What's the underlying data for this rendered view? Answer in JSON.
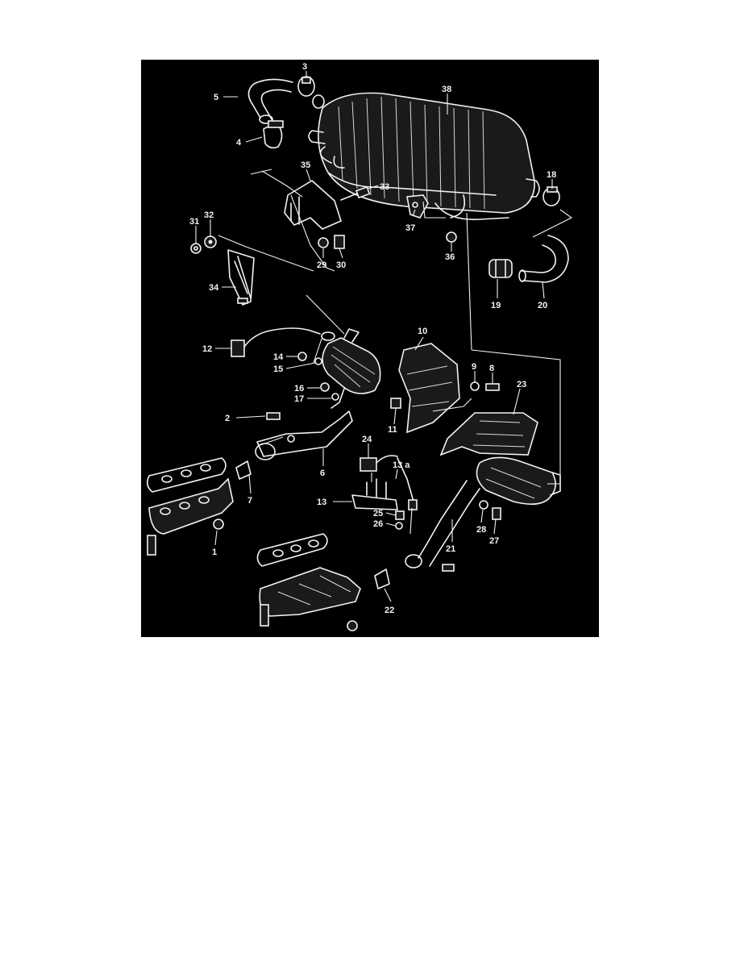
{
  "diagram": {
    "callouts": [
      {
        "id": "c3",
        "text": "3"
      },
      {
        "id": "c38",
        "text": "38"
      },
      {
        "id": "c5",
        "text": "5"
      },
      {
        "id": "c4",
        "text": "4"
      },
      {
        "id": "c35",
        "text": "35"
      },
      {
        "id": "c33",
        "text": "33"
      },
      {
        "id": "c18",
        "text": "18"
      },
      {
        "id": "c31",
        "text": "31"
      },
      {
        "id": "c32",
        "text": "32"
      },
      {
        "id": "c37",
        "text": "37"
      },
      {
        "id": "c29",
        "text": "29"
      },
      {
        "id": "c30",
        "text": "30"
      },
      {
        "id": "c36",
        "text": "36"
      },
      {
        "id": "c34",
        "text": "34"
      },
      {
        "id": "c19",
        "text": "19"
      },
      {
        "id": "c20",
        "text": "20"
      },
      {
        "id": "c10",
        "text": "10"
      },
      {
        "id": "c12",
        "text": "12"
      },
      {
        "id": "c14",
        "text": "14"
      },
      {
        "id": "c15",
        "text": "15"
      },
      {
        "id": "c9",
        "text": "9"
      },
      {
        "id": "c8",
        "text": "8"
      },
      {
        "id": "c23",
        "text": "23"
      },
      {
        "id": "c16",
        "text": "16"
      },
      {
        "id": "c17",
        "text": "17"
      },
      {
        "id": "c2",
        "text": "2"
      },
      {
        "id": "c11",
        "text": "11"
      },
      {
        "id": "c24",
        "text": "24"
      },
      {
        "id": "c6",
        "text": "6"
      },
      {
        "id": "c13a",
        "text": "13 a"
      },
      {
        "id": "c7",
        "text": "7"
      },
      {
        "id": "c13",
        "text": "13"
      },
      {
        "id": "c25",
        "text": "25"
      },
      {
        "id": "c26",
        "text": "26"
      },
      {
        "id": "c28",
        "text": "28"
      },
      {
        "id": "c27",
        "text": "27"
      },
      {
        "id": "c1",
        "text": "1"
      },
      {
        "id": "c21",
        "text": "21"
      },
      {
        "id": "c22",
        "text": "22"
      }
    ]
  }
}
